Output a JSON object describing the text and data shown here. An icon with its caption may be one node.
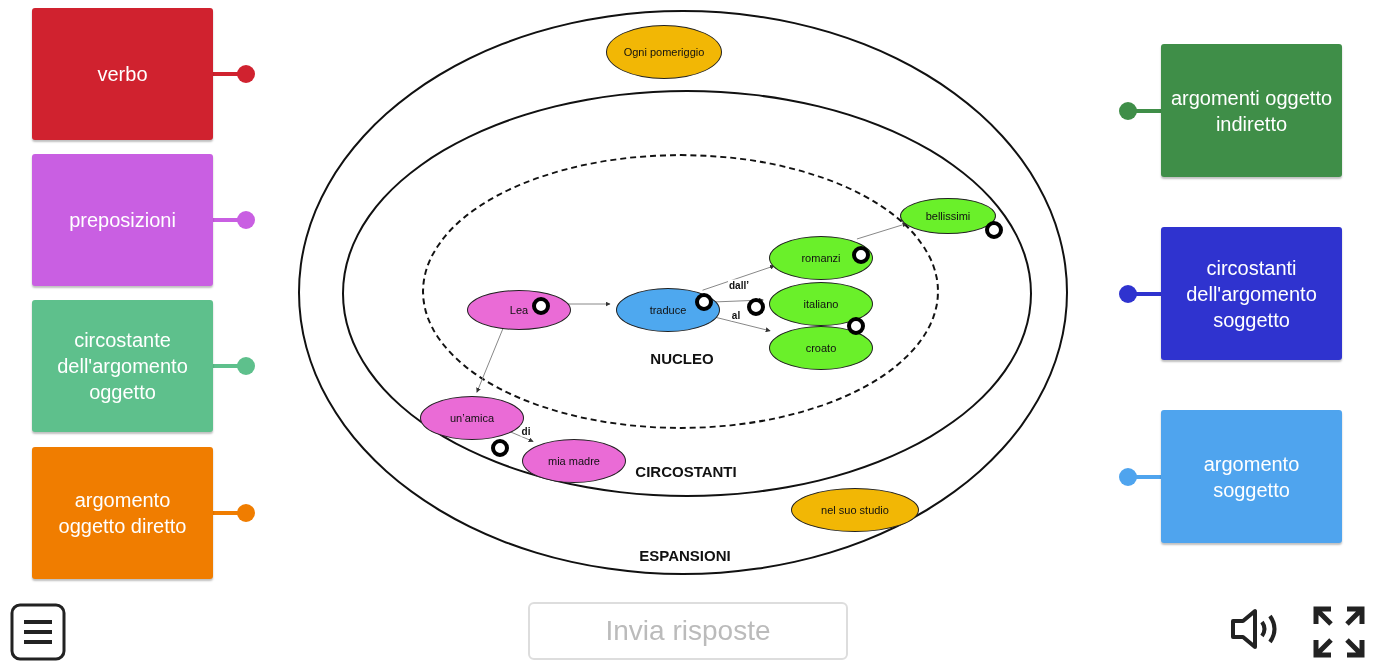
{
  "diagram": {
    "nodes": [
      {
        "text": [
          "ESPANSIONI"
        ]
      },
      {
        "text": [
          "CIRCOSTANTI"
        ],
        "in": 0
      },
      {
        "text": [
          "NUCLEO"
        ],
        "in": 1
      },
      {
        "text": [
          "Ogni pomeriggio"
        ],
        "in": 0
      },
      {
        "text": [
          "Lea"
        ],
        "in": 2
      },
      {
        "text": [
          "traduce"
        ],
        "in": 2
      },
      {
        "text": [
          "romanzi"
        ],
        "in": 2
      },
      {
        "text": [
          "italiano"
        ],
        "in": 2
      },
      {
        "text": [
          "croato"
        ],
        "in": 2
      },
      {
        "text": [
          "bellissimi"
        ],
        "in": 1
      },
      {
        "text": [
          "un’amica"
        ],
        "in": 1
      },
      {
        "text": [
          "mia madre"
        ],
        "in": 1
      },
      {
        "text": [
          "nel suo studio"
        ],
        "in": 0
      },
      {
        "text": [
          "verbo"
        ]
      },
      {
        "text": [
          "preposizioni"
        ]
      },
      {
        "text": [
          "circostante dell'argomento oggetto"
        ]
      },
      {
        "text": [
          "argomento oggetto diretto"
        ]
      },
      {
        "text": [
          "argomenti oggetto indiretto"
        ]
      },
      {
        "text": [
          "circostanti dell'argomento soggetto"
        ]
      },
      {
        "text": [
          "argomento soggetto"
        ]
      }
    ],
    "edges": [
      {
        "from": 4,
        "to": 5,
        "arrow": "to"
      },
      {
        "from": 4,
        "to": 10,
        "arrow": "to"
      },
      {
        "from": 10,
        "to": 11,
        "label": "di",
        "arrow": "to"
      },
      {
        "from": 5,
        "to": 6,
        "arrow": "to"
      },
      {
        "from": 5,
        "to": 7,
        "label": "dall’",
        "arrow": "to"
      },
      {
        "from": 5,
        "to": 8,
        "label": "al",
        "arrow": "to"
      },
      {
        "from": 6,
        "to": 9,
        "arrow": "to"
      }
    ],
    "labels": [
      "Invia risposte"
    ]
  }
}
